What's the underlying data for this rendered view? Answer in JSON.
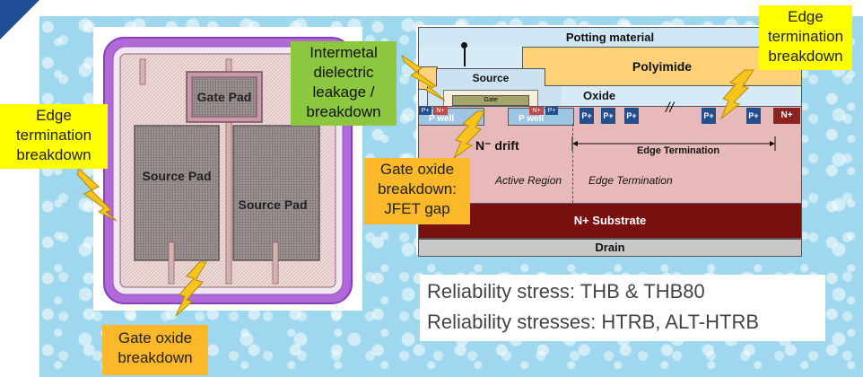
{
  "chip_layout": {
    "gate_pad": "Gate Pad",
    "source_pad_left": "Source Pad",
    "source_pad_right": "Source Pad"
  },
  "cross_section": {
    "potting": "Potting material",
    "polyimide": "Polyimide",
    "source": "Source",
    "gate": "Gate",
    "oxide": "Oxide",
    "p_plus": "P+",
    "n_plus": "N+",
    "p_well": "P well",
    "n_plus_right": "N+",
    "ndrift": "N⁻ drift",
    "edge_term_arrow": "Edge Termination",
    "active_region": "Active Region",
    "edge_term_label": "Edge Termination",
    "substrate": "N+ Substrate",
    "drain": "Drain",
    "break_mark": "//"
  },
  "callouts": {
    "edge_left": [
      "Edge",
      "termination",
      "breakdown"
    ],
    "edge_right": [
      "Edge",
      "termination",
      "breakdown"
    ],
    "intermetal": [
      "Intermetal",
      "dielectric",
      "leakage /",
      "breakdown"
    ],
    "gate_oxide_jfet": [
      "Gate oxide",
      "breakdown:",
      "JFET gap"
    ],
    "gate_oxide": [
      "Gate oxide",
      "breakdown"
    ]
  },
  "stress_box": {
    "line1": "Reliability stress: THB & THB80",
    "line2": "Reliability stresses: HTRB, ALT-HTRB"
  },
  "colors": {
    "accent_blue": "#1f4e96",
    "callout_yellow": "#ffff00",
    "callout_green": "#8dc63f",
    "callout_orange": "#fbb829",
    "substrate": "#7a0f0f",
    "drift": "#e8b9b9",
    "polyimide": "#ffd27a",
    "potting": "#cfe6f5"
  }
}
